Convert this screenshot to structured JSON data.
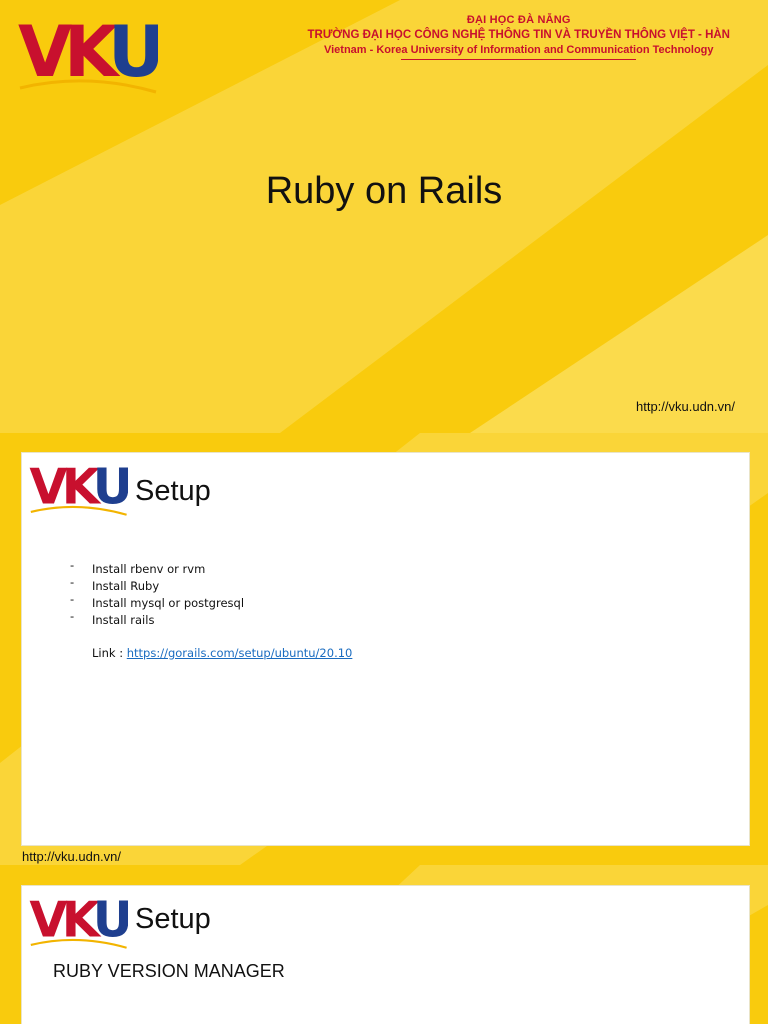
{
  "colors": {
    "background_yellow": "#f9cb0d",
    "light_yellow": "#fbde5c",
    "logo_red": "#c8102e",
    "logo_blue": "#1f3f8f",
    "link_blue": "#1a6cc0"
  },
  "logo": {
    "v": "V",
    "k": "K",
    "u": "U"
  },
  "slide1": {
    "university_line1": "ĐẠI HỌC ĐÀ NẴNG",
    "university_line2": "TRƯỜNG ĐẠI HỌC CÔNG NGHỆ THÔNG TIN VÀ TRUYỀN THÔNG VIỆT - HÀN",
    "university_line3": "Vietnam - Korea University of Information and Communication Technology",
    "title": "Ruby on Rails",
    "url": "http://vku.udn.vn/"
  },
  "slide2": {
    "title": "Setup",
    "bullets": [
      {
        "marker": "-",
        "text": "Install rbenv or rvm"
      },
      {
        "marker": "-",
        "text": "Install Ruby"
      },
      {
        "marker": "-",
        "text": "Install mysql or postgresql"
      },
      {
        "marker": "-",
        "text": "Install rails"
      }
    ],
    "link_label": "Link :",
    "link_url": "https://gorails.com/setup/ubuntu/20.10",
    "url": "http://vku.udn.vn/"
  },
  "slide3": {
    "title": "Setup",
    "subheading": "RUBY VERSION MANAGER"
  }
}
